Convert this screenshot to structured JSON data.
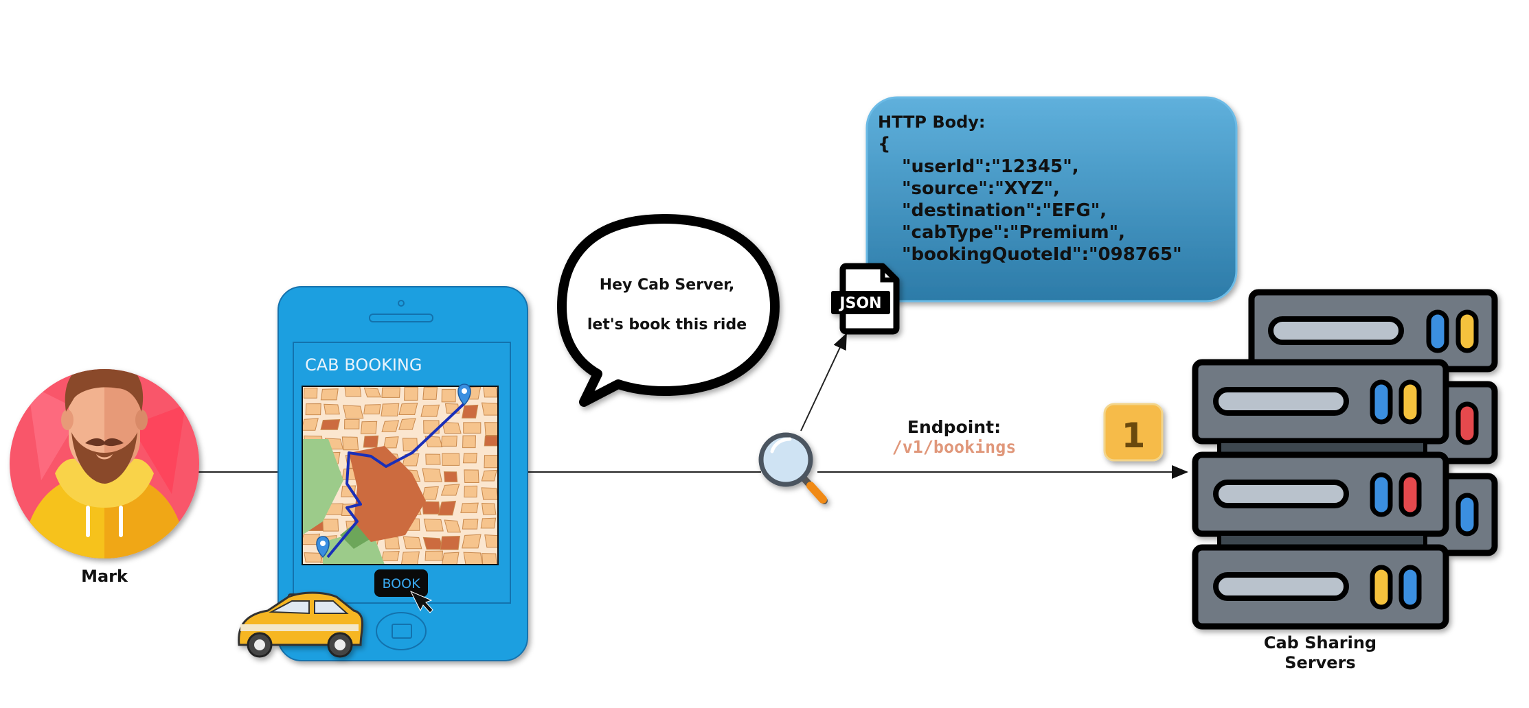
{
  "user": {
    "name": "Mark",
    "icon": "user-avatar-icon"
  },
  "phone": {
    "title": "CAB BOOKING",
    "button_label": "BOOK",
    "colors": {
      "body": "#1e9fe0",
      "map_route": "#1a2fb8",
      "map_block": "#f6c48d"
    }
  },
  "speech": {
    "line1": "Hey Cab Server,",
    "line2": "let's book this ride"
  },
  "http_body": {
    "heading": "HTTP Body:",
    "open_brace": "{",
    "lines": [
      "\"userId\":\"12345\",",
      "\"source\":\"XYZ\",",
      "\"destination\":\"EFG\",",
      "\"cabType\":\"Premium\",",
      "\"bookingQuoteId\":\"098765\""
    ],
    "color": "#3b8dbf"
  },
  "json_file": {
    "label": "JSON",
    "icon": "json-file-icon"
  },
  "endpoint": {
    "label": "Endpoint:",
    "path": "/v1/bookings",
    "path_color": "#e0977a"
  },
  "step": {
    "number": "1",
    "color": "#f6bb4a"
  },
  "servers": {
    "line1": "Cab Sharing",
    "line2": "Servers",
    "icon": "server-rack-icon"
  }
}
